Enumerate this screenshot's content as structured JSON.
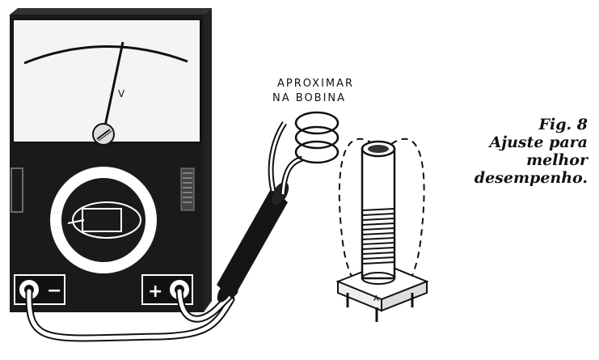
{
  "diagram": {
    "meter": {
      "scale_unit": "V",
      "negative_terminal": "−",
      "positive_terminal": "+"
    },
    "probe_label": {
      "line1": "APROXIMAR",
      "line2": "NA BOBINA"
    },
    "caption": {
      "fig": "Fig. 8",
      "line1": "Ajuste para",
      "line2": "melhor",
      "line3": "desempenho."
    },
    "colors": {
      "ink": "#111111",
      "paper": "#ffffff",
      "meter_face": "#f4f4f4"
    }
  }
}
